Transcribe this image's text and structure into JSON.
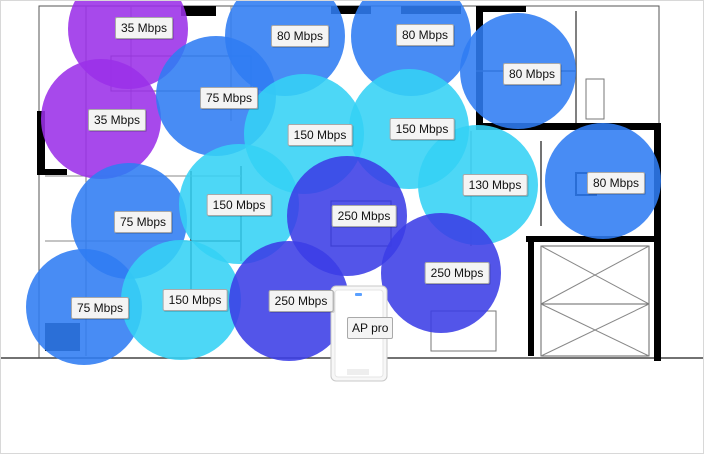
{
  "colors": {
    "purple": "#9b30e8",
    "blue": "#2f7cf2",
    "cyan": "#34d2f5",
    "indigo": "#3b3ee6",
    "wall": "#000000"
  },
  "zones": [
    {
      "label": "35 Mbps",
      "color": "purple"
    },
    {
      "label": "35 Mbps",
      "color": "purple"
    },
    {
      "label": "80 Mbps",
      "color": "blue"
    },
    {
      "label": "80 Mbps",
      "color": "blue"
    },
    {
      "label": "80 Mbps",
      "color": "blue"
    },
    {
      "label": "80 Mbps",
      "color": "blue"
    },
    {
      "label": "75 Mbps",
      "color": "blue"
    },
    {
      "label": "75 Mbps",
      "color": "blue"
    },
    {
      "label": "75 Mbps",
      "color": "blue"
    },
    {
      "label": "150 Mbps",
      "color": "cyan"
    },
    {
      "label": "150 Mbps",
      "color": "cyan"
    },
    {
      "label": "150 Mbps",
      "color": "cyan"
    },
    {
      "label": "150 Mbps",
      "color": "cyan"
    },
    {
      "label": "130 Mbps",
      "color": "cyan"
    },
    {
      "label": "250 Mbps",
      "color": "indigo"
    },
    {
      "label": "250 Mbps",
      "color": "indigo"
    },
    {
      "label": "250 Mbps",
      "color": "indigo"
    }
  ],
  "device": {
    "label": "AP pro",
    "icon": "access-point-icon"
  }
}
